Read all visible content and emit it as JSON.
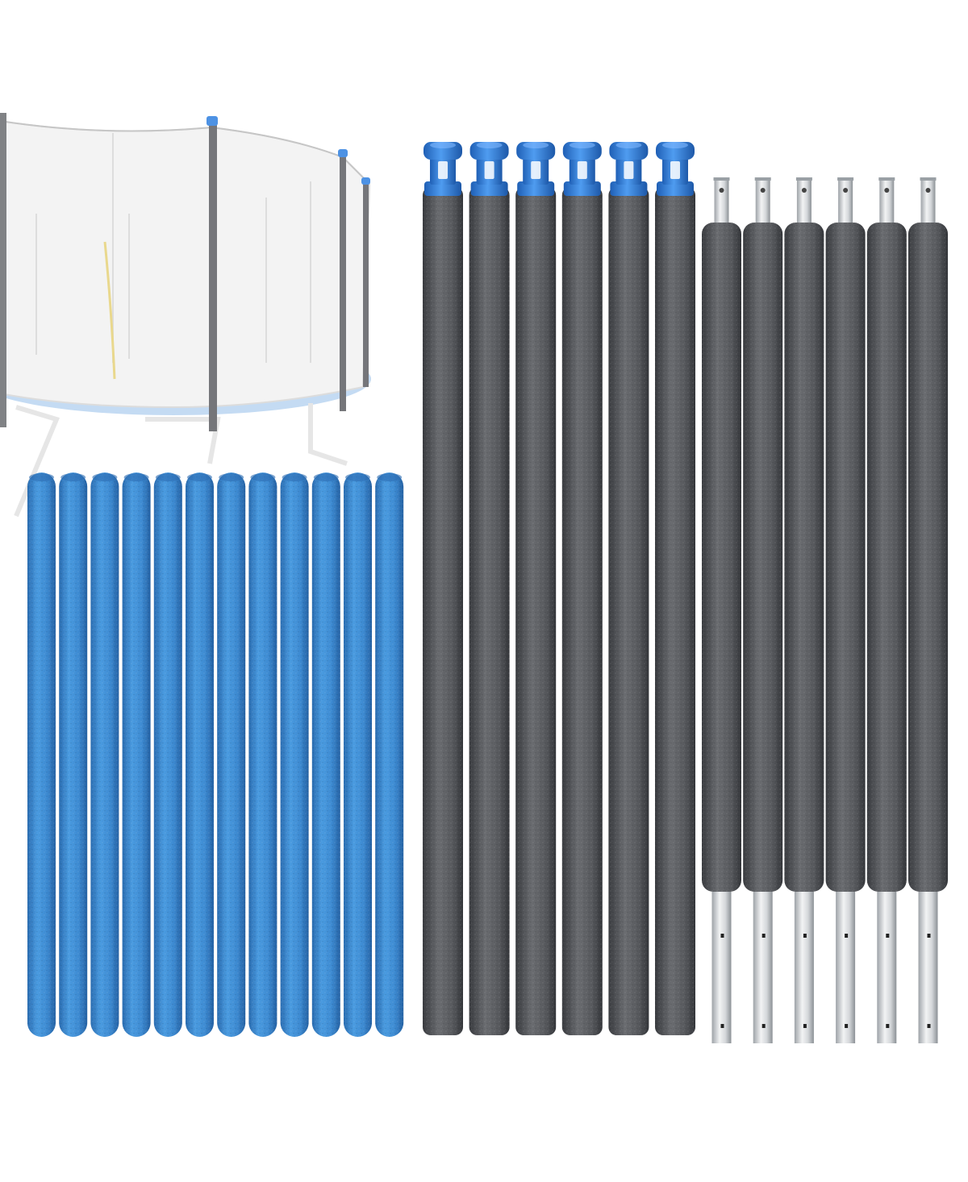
{
  "image": {
    "subject": "trampoline-pole-padding-set",
    "colors": {
      "background": "#ffffff",
      "blue_foam": "#3f8fd6",
      "blue_foam_dark": "#2e74b8",
      "gray_foam": "#5b5d61",
      "gray_foam_dark": "#3f4145",
      "cap_blue": "#2f7fe0",
      "steel": "#c9ccd0",
      "net": "#cfcfcf",
      "mat_blue": "#9ec4ea"
    },
    "groups": [
      {
        "name": "blue-foam-sleeves",
        "count": 12
      },
      {
        "name": "capped-gray-foam-poles",
        "count": 6
      },
      {
        "name": "steel-gray-foam-poles",
        "count": 6
      }
    ]
  }
}
